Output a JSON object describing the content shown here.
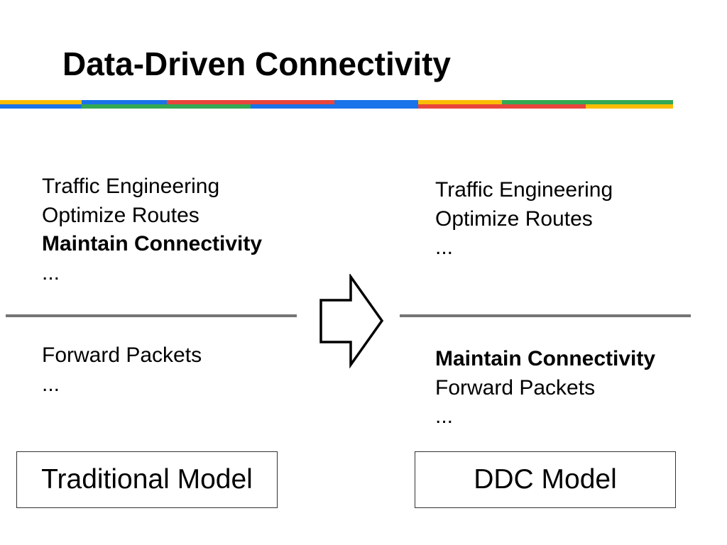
{
  "title": "Data-Driven Connectivity",
  "stripe": {
    "top_segments": [
      {
        "color": "#fbbc05",
        "width": 115
      },
      {
        "color": "#1a73e8",
        "width": 120
      },
      {
        "color": "#e8453c",
        "width": 118
      },
      {
        "color": "#e8453c",
        "width": 118
      },
      {
        "color": "#1a73e8",
        "width": 118
      },
      {
        "color": "#fbbc05",
        "width": 118
      },
      {
        "color": "#34a853",
        "width": 118
      },
      {
        "color": "#34a853",
        "width": 123
      }
    ],
    "bottom_segments": [
      {
        "color": "#1a73e8",
        "width": 115
      },
      {
        "color": "#34a853",
        "width": 120
      },
      {
        "color": "#34a853",
        "width": 118
      },
      {
        "color": "#1a73e8",
        "width": 118
      },
      {
        "color": "#1a73e8",
        "width": 118
      },
      {
        "color": "#e8453c",
        "width": 118
      },
      {
        "color": "#e8453c",
        "width": 118
      },
      {
        "color": "#fbbc05",
        "width": 123
      }
    ]
  },
  "traditional": {
    "upper": [
      {
        "text": "Traffic Engineering",
        "bold": false
      },
      {
        "text": "Optimize Routes",
        "bold": false
      },
      {
        "text": "Maintain Connectivity",
        "bold": true
      },
      {
        "text": "...",
        "bold": false
      }
    ],
    "lower": [
      {
        "text": "Forward Packets",
        "bold": false
      },
      {
        "text": "...",
        "bold": false
      }
    ],
    "label": "Traditional Model"
  },
  "ddc": {
    "upper": [
      {
        "text": "Traffic Engineering",
        "bold": false
      },
      {
        "text": "Optimize Routes",
        "bold": false
      },
      {
        "text": "...",
        "bold": false
      }
    ],
    "lower": [
      {
        "text": "Maintain Connectivity",
        "bold": true
      },
      {
        "text": "Forward Packets",
        "bold": false
      },
      {
        "text": "...",
        "bold": false
      }
    ],
    "label": "DDC Model"
  },
  "colors": {
    "divider": "#757575",
    "box_border": "#333333"
  }
}
